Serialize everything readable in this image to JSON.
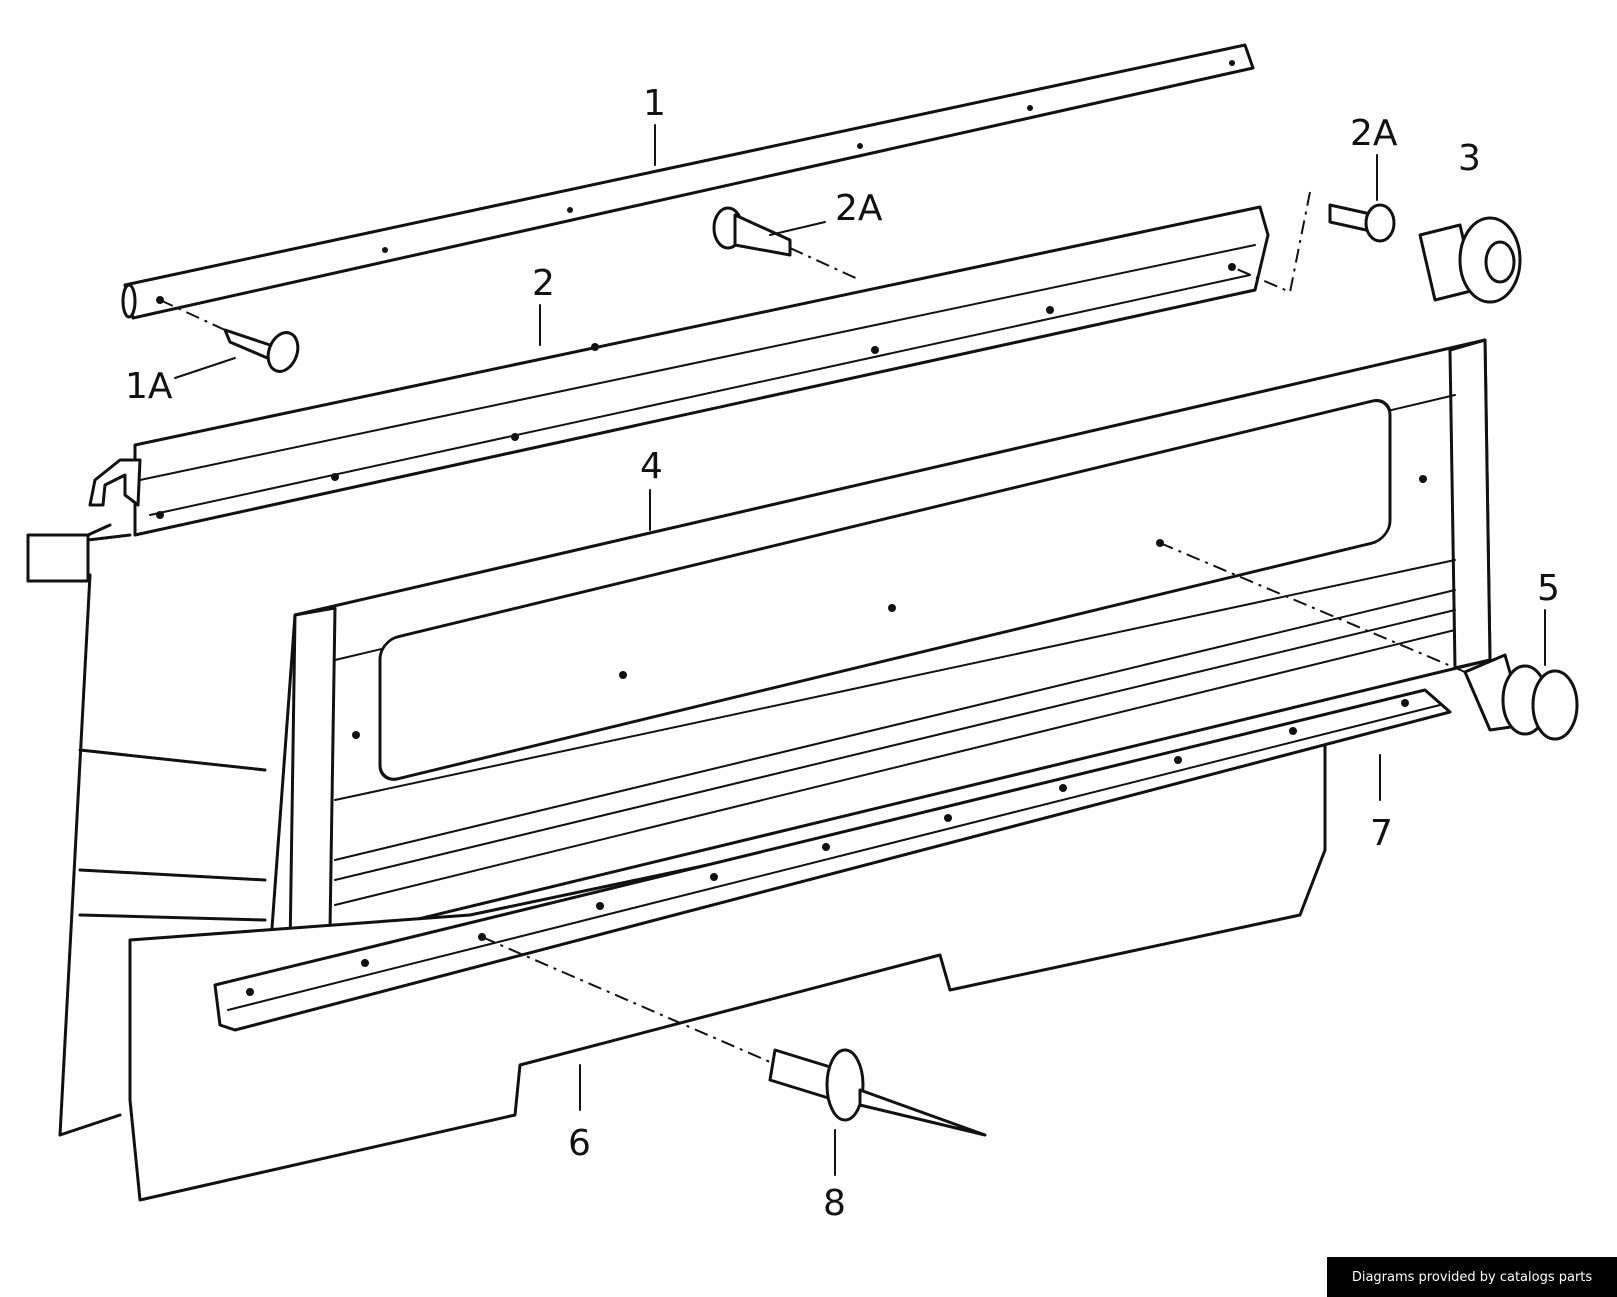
{
  "callouts": {
    "c1": "1",
    "c1a": "1A",
    "c2": "2",
    "c2a_left": "2A",
    "c2a_right": "2A",
    "c3": "3",
    "c4": "4",
    "c5": "5",
    "c6": "6",
    "c7": "7",
    "c8": "8"
  },
  "footer": {
    "credit": "Diagrams provided by catalogs parts"
  }
}
